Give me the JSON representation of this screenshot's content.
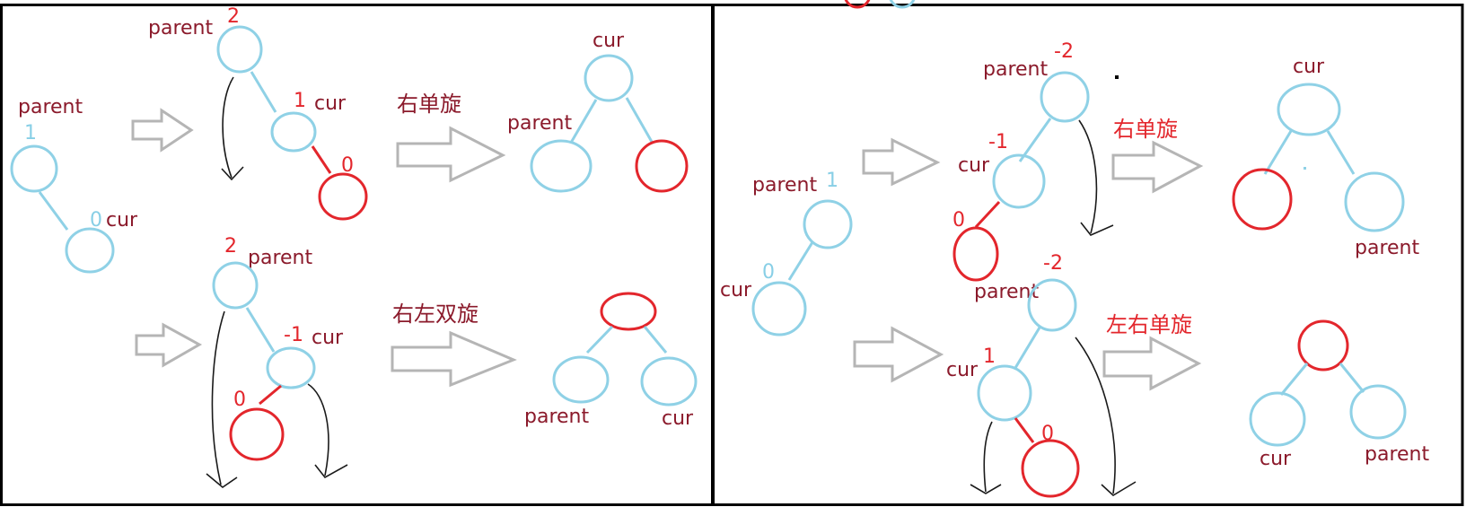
{
  "colors": {
    "node_blue": "#8fd1e6",
    "node_red": "#e3262c",
    "label_dark_red": "#8b1a2b",
    "rotation_label_left": "#8b1a2b",
    "rotation_label_right": "#e3262c",
    "arrow_gray": "#b5b5b5"
  },
  "left_panel": {
    "initial": {
      "parent_label": "parent",
      "parent_bf": "1",
      "cur_label": "cur",
      "cur_bf": "0"
    },
    "top_case": {
      "parent_label": "parent",
      "parent_bf": "2",
      "cur_label": "cur",
      "cur_bf": "1",
      "new_bf": "0",
      "rotation": "右单旋",
      "result_root_label": "cur",
      "result_left_label": "parent"
    },
    "bottom_case": {
      "parent_label": "parent",
      "parent_bf": "2",
      "cur_label": "cur",
      "cur_bf": "-1",
      "new_bf": "0",
      "rotation": "右左双旋",
      "result_left_label": "parent",
      "result_right_label": "cur"
    }
  },
  "right_panel": {
    "initial": {
      "parent_label": "parent",
      "parent_bf": "1",
      "cur_label": "cur",
      "cur_bf": "0"
    },
    "top_case": {
      "parent_label": "parent",
      "parent_bf": "-2",
      "cur_label": "cur",
      "cur_bf": "-1",
      "new_bf": "0",
      "rotation": "右单旋",
      "result_root_label": "cur",
      "result_right_label": "parent"
    },
    "bottom_case": {
      "parent_label": "parent",
      "parent_bf": "-2",
      "cur_label": "cur",
      "cur_bf": "1",
      "new_bf": "0",
      "rotation": "左右单旋",
      "result_left_label": "cur",
      "result_right_label": "parent"
    }
  }
}
